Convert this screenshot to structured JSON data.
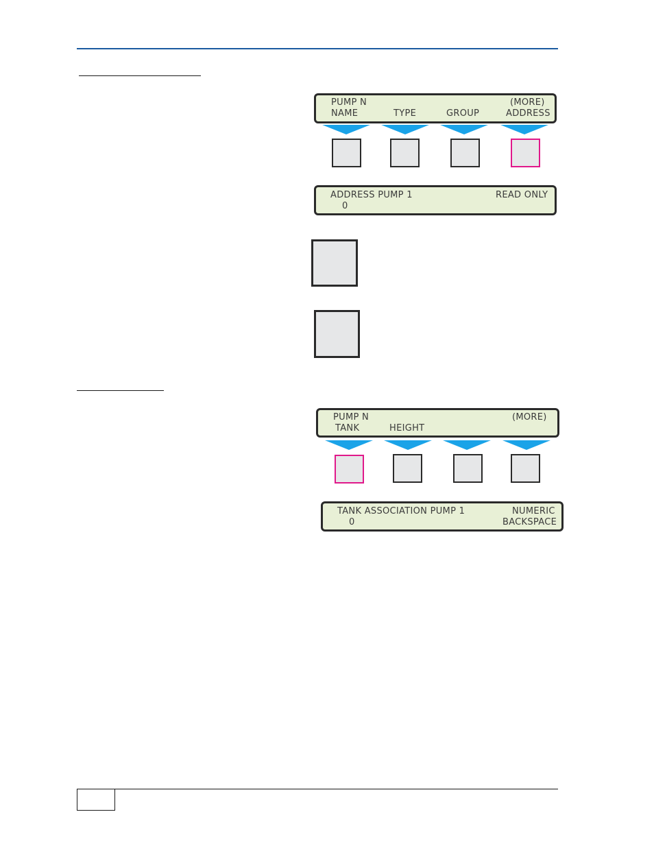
{
  "lcd1": {
    "line1_left": "PUMP N",
    "line1_right": "(MORE)",
    "labels": [
      "NAME",
      "TYPE",
      "GROUP",
      "ADDRESS"
    ]
  },
  "lcd2": {
    "title": "ADDRESS PUMP 1",
    "status": "READ ONLY",
    "value": "0"
  },
  "lcd3": {
    "line1_left": "PUMP N",
    "line1_right": "(MORE)",
    "labels": [
      "TANK",
      "HEIGHT"
    ]
  },
  "lcd4": {
    "title": "TANK ASSOCIATION PUMP 1",
    "right_top": "NUMERIC",
    "value": "0",
    "right_bottom": "BACKSPACE"
  },
  "colors": {
    "header_rule": "#1a5aa0",
    "arrow": "#1aa3e8",
    "selected_key": "#e0188a",
    "lcd_bg": "#e8f0d6",
    "key_bg": "#e6e7e8"
  }
}
